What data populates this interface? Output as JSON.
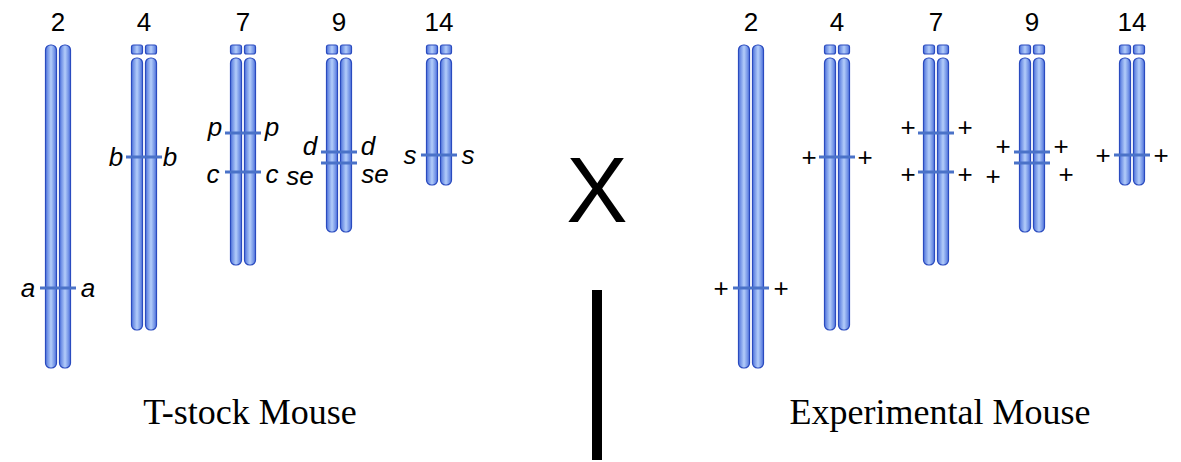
{
  "diagram": {
    "labels": [
      "2",
      "4",
      "7",
      "9",
      "14",
      "b",
      "b",
      "p",
      "p",
      "c",
      "c",
      "d",
      "d",
      "se",
      "se",
      "s",
      "s",
      "a",
      "a",
      "T-stock Mouse",
      "X",
      "2",
      "4",
      "7",
      "9",
      "14",
      "+",
      "+",
      "+",
      "+",
      "+",
      "+",
      "+",
      "+",
      "+",
      "+",
      "+",
      "+",
      "+",
      "+",
      "Experimental Mouse"
    ]
  }
}
